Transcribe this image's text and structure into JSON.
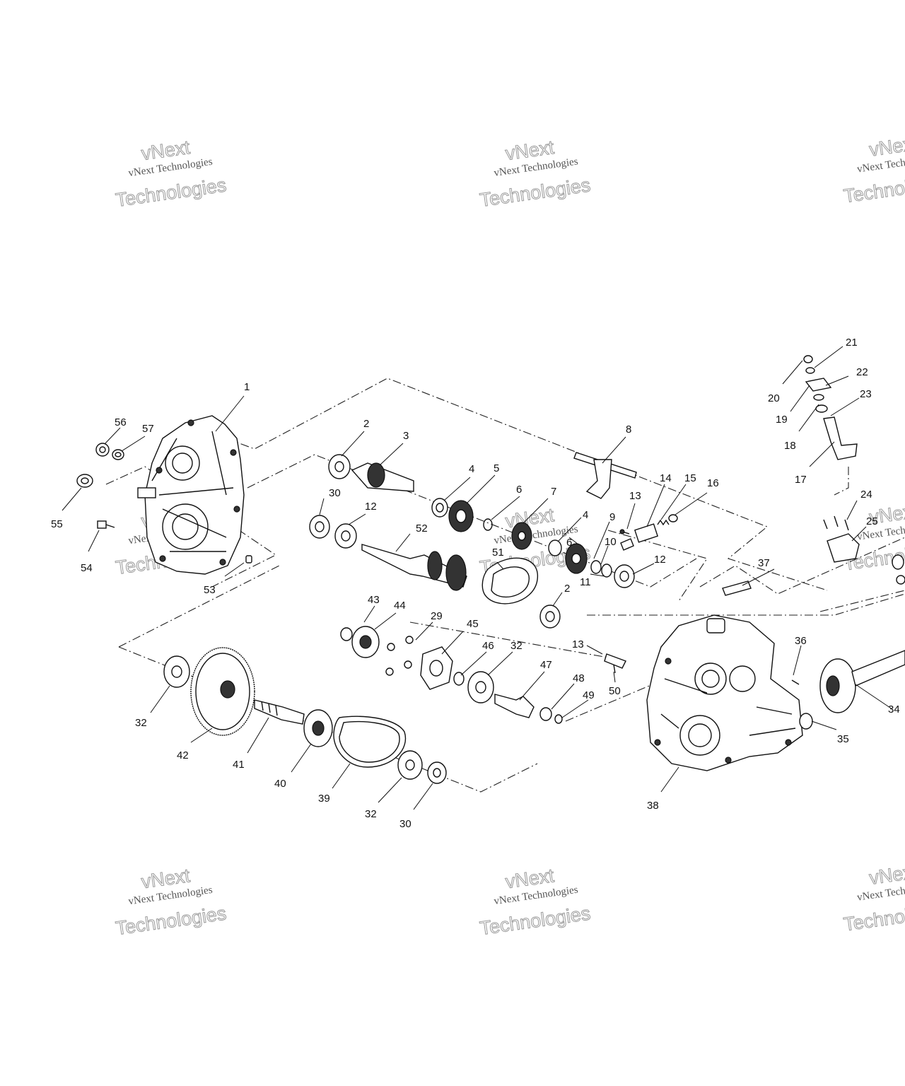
{
  "watermark": {
    "brand": "vNext",
    "company_line": "vNext Technologies",
    "big_word": "Technologies"
  },
  "labels": {
    "p1": "1",
    "p2a": "2",
    "p2b": "2",
    "p3": "3",
    "p4a": "4",
    "p4b": "4",
    "p5": "5",
    "p6a": "6",
    "p6b": "6",
    "p7": "7",
    "p8": "8",
    "p9": "9",
    "p10": "10",
    "p11": "11",
    "p12a": "12",
    "p12b": "12",
    "p13a": "13",
    "p13b": "13",
    "p14": "14",
    "p15": "15",
    "p16": "16",
    "p17": "17",
    "p18": "18",
    "p19": "19",
    "p20": "20",
    "p21": "21",
    "p22": "22",
    "p23": "23",
    "p24": "24",
    "p25": "25",
    "p29": "29",
    "p30a": "30",
    "p30b": "30",
    "p32a": "32",
    "p32b": "32",
    "p32c": "32",
    "p34": "34",
    "p35": "35",
    "p36": "36",
    "p37": "37",
    "p38": "38",
    "p39": "39",
    "p40": "40",
    "p41": "41",
    "p42": "42",
    "p43": "43",
    "p44": "44",
    "p45": "45",
    "p46": "46",
    "p47": "47",
    "p48": "48",
    "p49": "49",
    "p50": "50",
    "p51": "51",
    "p52": "52",
    "p53": "53",
    "p54": "54",
    "p55": "55",
    "p56": "56",
    "p57": "57"
  }
}
